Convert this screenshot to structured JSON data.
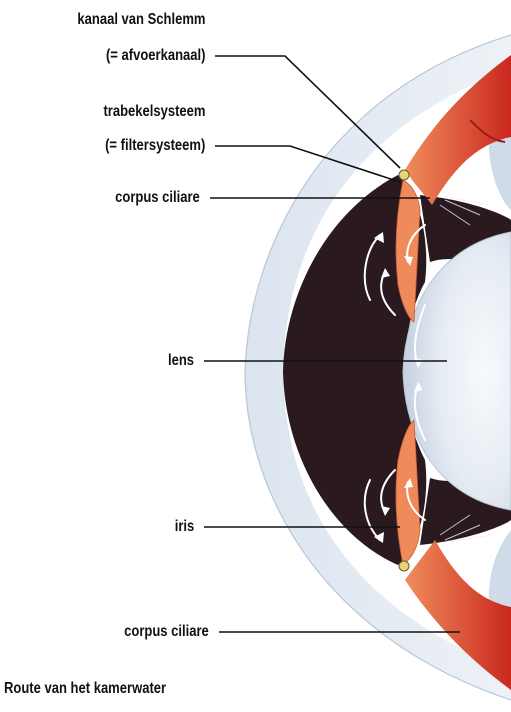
{
  "labels": {
    "schlemm_line1": "kanaal van Schlemm",
    "schlemm_line2": "(= afvoerkanaal)",
    "trabekel_line1": "trabekelsysteem",
    "trabekel_line2": "(= filtersysteem)",
    "corpus_ciliare_top": "corpus ciliare",
    "lens": "lens",
    "iris": "iris",
    "corpus_ciliare_bottom": "corpus ciliare"
  },
  "caption": "Route van het kamerwater",
  "colors": {
    "anterior_chamber": "#2a1a1f",
    "iris_orange": "#ef8a5a",
    "ciliary_red": "#d63a2a",
    "lens_light": "#e8edf3",
    "sclera_blue": "#cfdbe9",
    "leader_line": "#111111"
  }
}
